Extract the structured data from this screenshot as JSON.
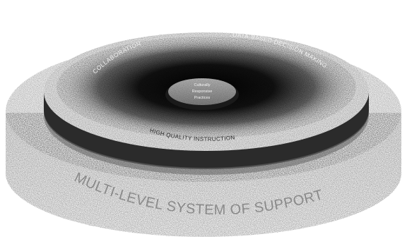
{
  "diagram": {
    "base_label": "MULTI-LEVEL SYSTEM OF SUPPORT",
    "ring_label": "HIGH QUALITY INSTRUCTION",
    "upper_left_label": "COLLABORATION",
    "upper_right_label": "DATA-BASED DECISION MAKING",
    "center_label_lines": [
      "Culturally",
      "Responsive",
      "Practices"
    ]
  },
  "colors": {
    "base_top": "#f2f2f2",
    "base_side": "#dcdcdc",
    "dark_band": "#2b2b2b",
    "disc_top": "#e6e6e6",
    "center_disc": "#9a9a9a",
    "text_dark": "#555555",
    "text_light": "#f4f4f4"
  }
}
